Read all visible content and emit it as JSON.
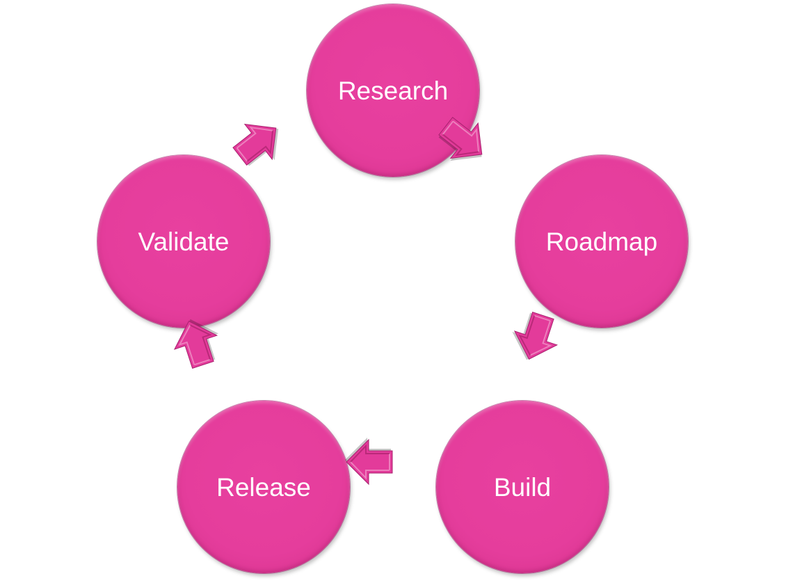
{
  "diagram": {
    "type": "cycle",
    "colors": {
      "node_fill": "#e53d9c",
      "node_edge": "#b8287a",
      "arrow_fill": "#e33b9a",
      "text": "#ffffff"
    },
    "nodes": [
      {
        "id": "research",
        "label": "Research"
      },
      {
        "id": "roadmap",
        "label": "Roadmap"
      },
      {
        "id": "build",
        "label": "Build"
      },
      {
        "id": "release",
        "label": "Release"
      },
      {
        "id": "validate",
        "label": "Validate"
      }
    ],
    "edges": [
      {
        "from": "research",
        "to": "roadmap"
      },
      {
        "from": "roadmap",
        "to": "build"
      },
      {
        "from": "build",
        "to": "release"
      },
      {
        "from": "release",
        "to": "validate"
      },
      {
        "from": "validate",
        "to": "research"
      }
    ]
  }
}
